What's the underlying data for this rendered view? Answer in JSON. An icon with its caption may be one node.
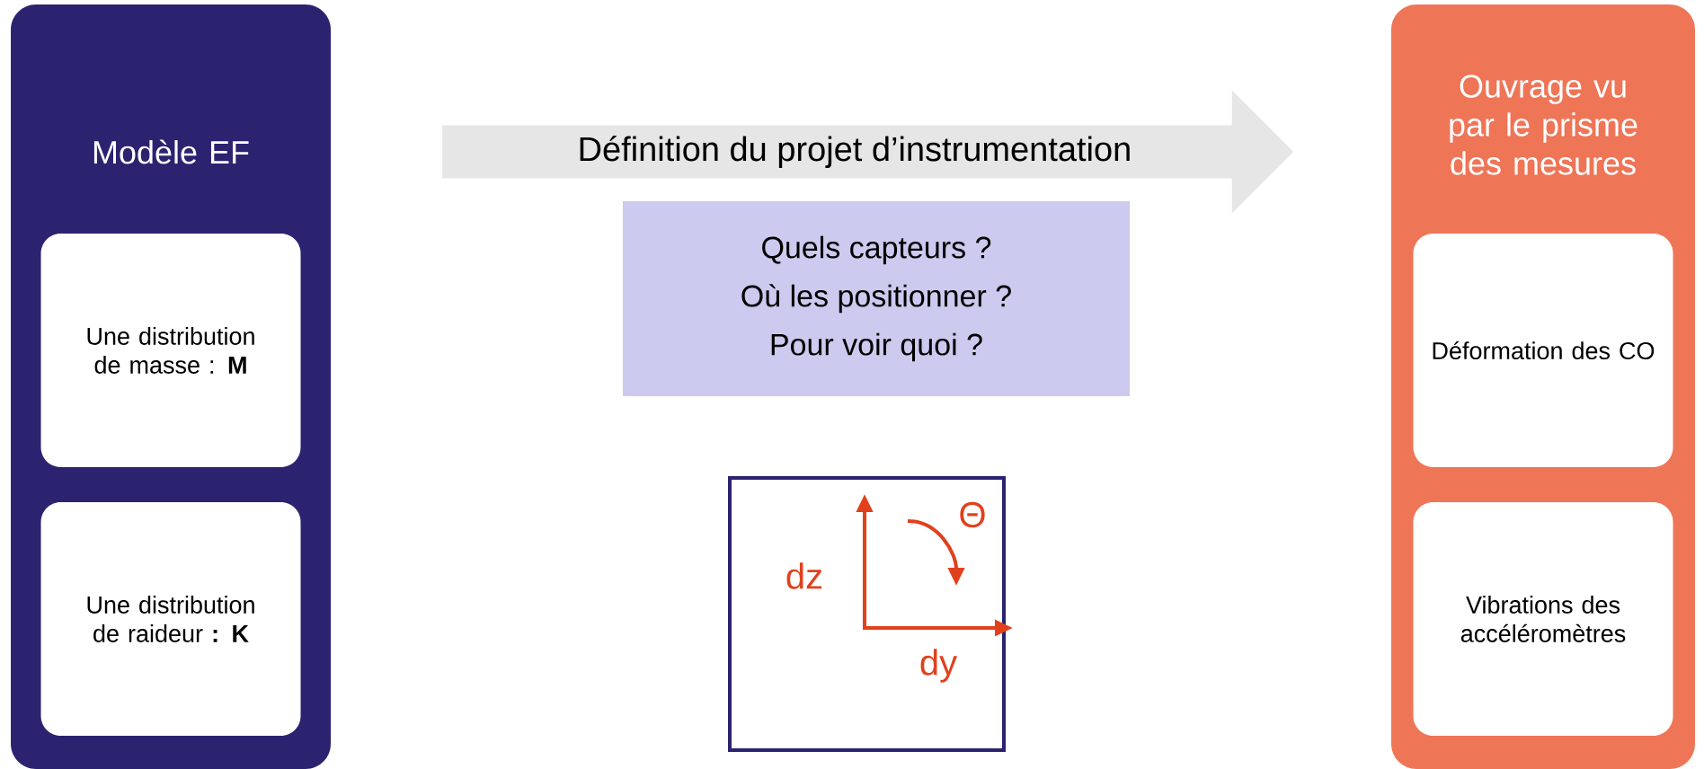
{
  "diagram": {
    "nodes": [
      {
        "text": [
          "Modèle EF"
        ]
      },
      {
        "text": [
          "Une distribution de masse : **M**"
        ],
        "in": 0
      },
      {
        "text": [
          "Une distribution de raideur **: K**"
        ],
        "in": 0
      },
      {
        "text": [
          "Définition du projet d’instrumentation"
        ]
      },
      {
        "text": [
          "Quels capteurs ?",
          "Où les positionner ?",
          "Pour voir quoi ?"
        ]
      },
      {
        "text": [],
        "shape": "box"
      },
      {
        "text": [
          "Ouvrage vu par le prisme des mesures"
        ]
      },
      {
        "text": [
          "Déformation des CO"
        ],
        "in": 6
      },
      {
        "text": [
          "Vibrations des accéléromètres"
        ],
        "in": 6
      }
    ],
    "labels": [
      "Θ",
      "dz",
      "dy"
    ]
  }
}
